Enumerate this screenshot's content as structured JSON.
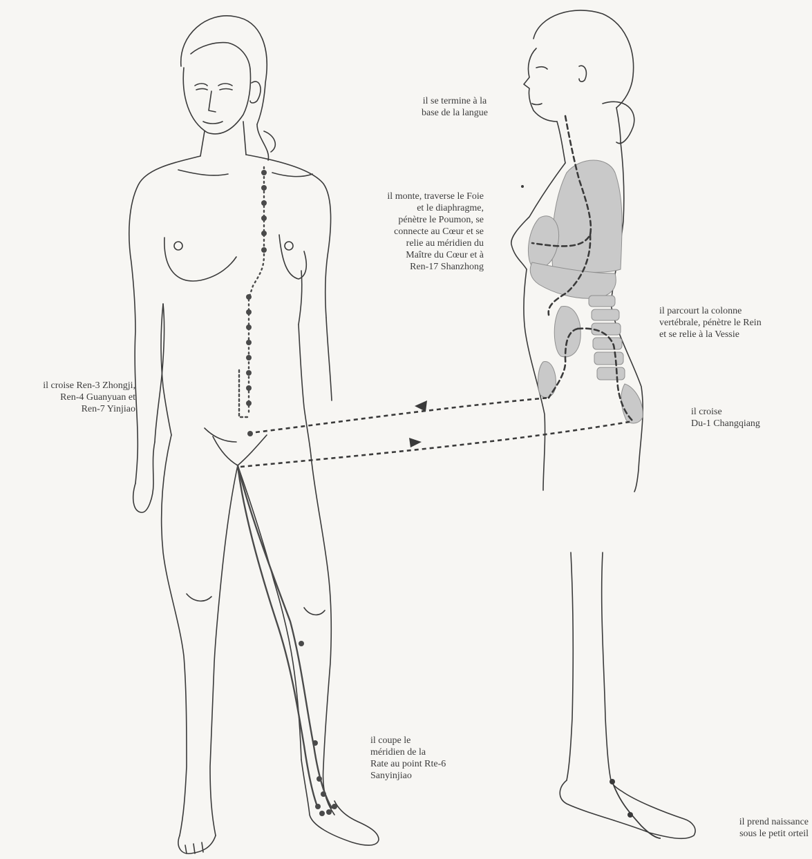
{
  "annotations": {
    "tongue": "il se termine à la\nbase de la langue",
    "liver": "il monte, traverse le Foie\net le diaphragme,\npénètre le Poumon, se\nconnecte au Cœur et se\nrelie au méridien du\nMaître du Cœur et à\nRen-17 Shanzhong",
    "spine": "il parcourt la colonne\nvertébrale, pénètre le Rein\net se relie à la Vessie",
    "ren": "il croise Ren-3 Zhongji,\nRen-4 Guanyuan et\nRen-7 Yinjiao",
    "du": "il croise\nDu-1 Changqiang",
    "spleen": "il coupe le\nméridien de la\nRate au point Rte-6\nSanyinjiao",
    "origin": "il prend naissance\nsous le petit orteil"
  },
  "colors": {
    "line": "#3a3a3a",
    "meridian": "#4a4a4a",
    "organ": "#c9c9c9",
    "background": "#f7f6f3"
  }
}
